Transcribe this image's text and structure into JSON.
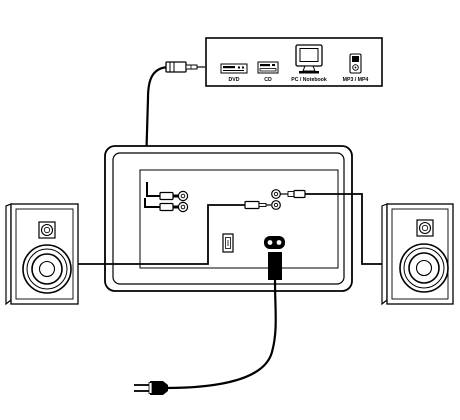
{
  "sources": [
    {
      "label": "DVD",
      "icon": "dvd-player-icon"
    },
    {
      "label": "CD",
      "icon": "cd-player-icon"
    },
    {
      "label": "PC / Notebook",
      "icon": "computer-monitor-icon"
    },
    {
      "label": "MP3 / MP4",
      "icon": "mp3-player-icon"
    }
  ],
  "components": {
    "source_panel": "source-devices-panel",
    "subwoofer": "subwoofer-rear-panel",
    "left_speaker": "left-speaker",
    "right_speaker": "right-speaker",
    "power_plug": "power-plug-icon"
  }
}
